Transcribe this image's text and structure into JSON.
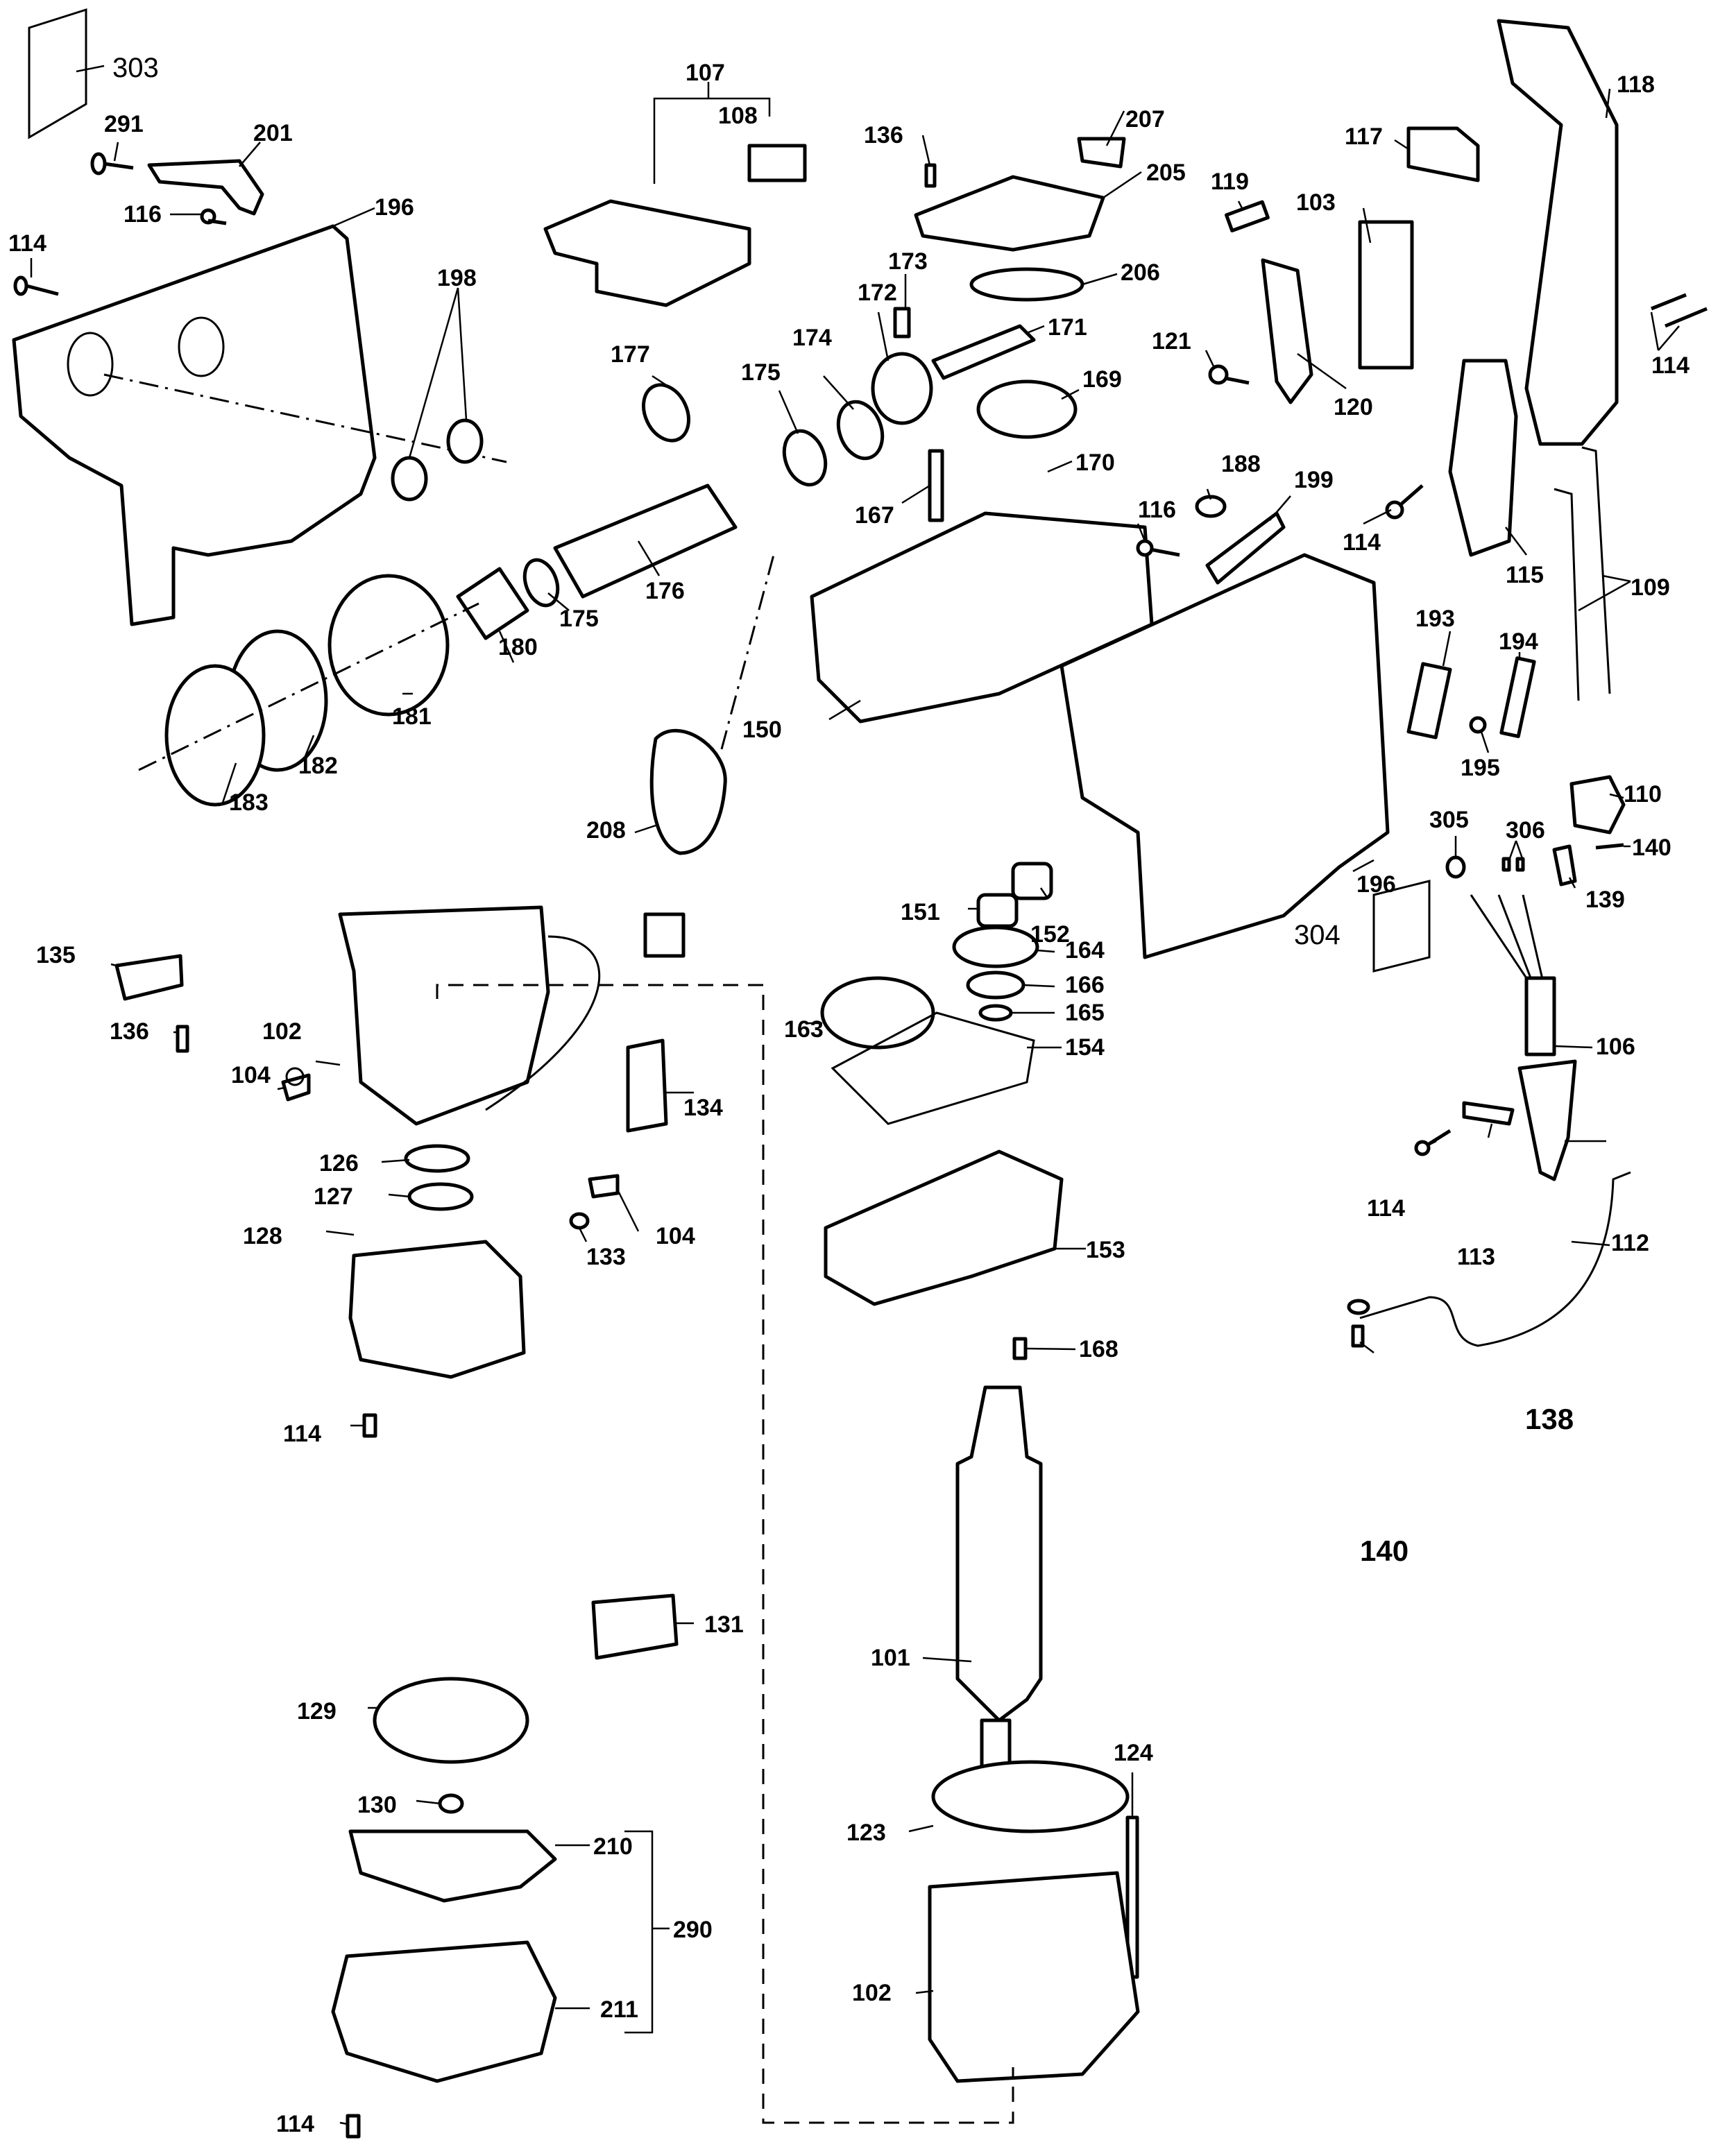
{
  "diagram": {
    "title": "Exploded parts diagram - rotary hammer",
    "labels": {
      "l303": "303",
      "l291": "291",
      "l201": "201",
      "l116a": "116",
      "l114a": "114",
      "l196a": "196",
      "l198": "198",
      "l107": "107",
      "l108": "108",
      "l136a": "136",
      "l207": "207",
      "l205": "205",
      "l206": "206",
      "l173": "173",
      "l172": "172",
      "l171": "171",
      "l177": "177",
      "l174": "174",
      "l175a": "175",
      "l175b": "175",
      "l176": "176",
      "l169": "169",
      "l170": "170",
      "l167": "167",
      "l180": "180",
      "l181": "181",
      "l182": "182",
      "l183": "183",
      "l150": "150",
      "l208": "208",
      "l117": "117",
      "l118": "118",
      "l119": "119",
      "l103": "103",
      "l121": "121",
      "l120": "120",
      "l114b": "114",
      "l114c": "114",
      "l188": "188",
      "l199": "199",
      "l116b": "116",
      "l115": "115",
      "l109": "109",
      "l193": "193",
      "l194": "194",
      "l195": "195",
      "l110": "110",
      "l305": "305",
      "l306": "306",
      "l140a": "140",
      "l139": "139",
      "l196b": "196",
      "l151": "151",
      "l152": "152",
      "l164": "164",
      "l166": "166",
      "l165": "165",
      "l163": "163",
      "l154": "154",
      "l153": "153",
      "l168": "168",
      "l135": "135",
      "l136b": "136",
      "l102a": "102",
      "l104a": "104",
      "l134": "134",
      "l126": "126",
      "l127": "127",
      "l104b": "104",
      "l133": "133",
      "l128": "128",
      "l114d": "114",
      "l131": "131",
      "l129": "129",
      "l130": "130",
      "l210": "210",
      "l290": "290",
      "l211": "211",
      "l114e": "114",
      "l101": "101",
      "l124": "124",
      "l123": "123",
      "l102b": "102",
      "l304": "304",
      "l106": "106",
      "l114f": "114",
      "l113": "113",
      "l112": "112",
      "l138": "138",
      "l140b": "140"
    }
  }
}
